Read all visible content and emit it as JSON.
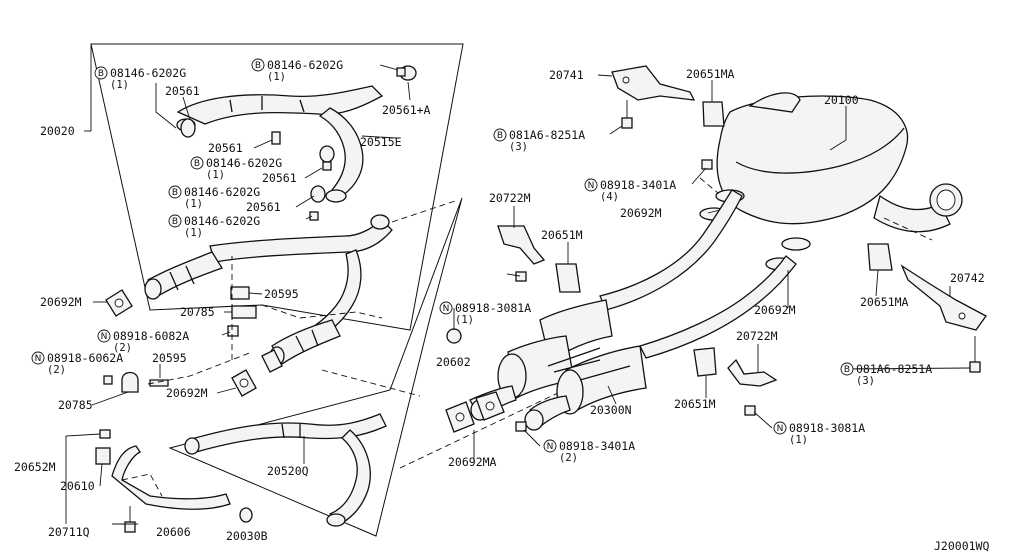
{
  "diagram_id": "J20001WQ",
  "labels": {
    "p20020": "20020",
    "p08146_1": "08146-6202G",
    "q1": "(1)",
    "p20561_a": "20561",
    "p08146_2": "08146-6202G",
    "q2": "(1)",
    "p20561plusA": "20561+A",
    "p20515E": "20515E",
    "p20561_b": "20561",
    "p08146_3": "08146-6202G",
    "q3": "(1)",
    "p20561_c": "20561",
    "p08146_4": "08146-6202G",
    "q4": "(1)",
    "p20561_d": "20561",
    "p08146_5": "08146-6202G",
    "q5": "(1)",
    "p20692M_a": "20692M",
    "p20595_a": "20595",
    "p20785_a": "20785",
    "p08918_6082": "08918-6082A",
    "q6": "(2)",
    "p08918_6062": "08918-6062A",
    "q7": "(2)",
    "p20595_b": "20595",
    "p20785_b": "20785",
    "p20692M_b": "20692M",
    "p20652M": "20652M",
    "p20610": "20610",
    "p20711Q": "20711Q",
    "p20606": "20606",
    "p20030B": "20030B",
    "p20520Q": "20520Q",
    "p20741": "20741",
    "p20651MA_a": "20651MA",
    "p20100": "20100",
    "p081A6_a": "081A6-8251A",
    "q8": "(3)",
    "p08918_3401_a": "08918-3401A",
    "q9": "(4)",
    "p20692M_c": "20692M",
    "p20722M_a": "20722M",
    "p20651M_a": "20651M",
    "p08918_3081_a": "08918-3081A",
    "q10": "(1)",
    "p20602": "20602",
    "p20692M_d": "20692M",
    "p20742": "20742",
    "p20651MA_b": "20651MA",
    "p20722M_b": "20722M",
    "p20300N": "20300N",
    "p20651M_b": "20651M",
    "p081A6_b": "081A6-8251A",
    "q11": "(3)",
    "p08918_3081_b": "08918-3081A",
    "q12": "(1)",
    "p20692MA": "20692MA",
    "p08918_3401_b": "08918-3401A",
    "q13": "(2)"
  },
  "symbols": {
    "bolt": "B",
    "nut": "N"
  }
}
